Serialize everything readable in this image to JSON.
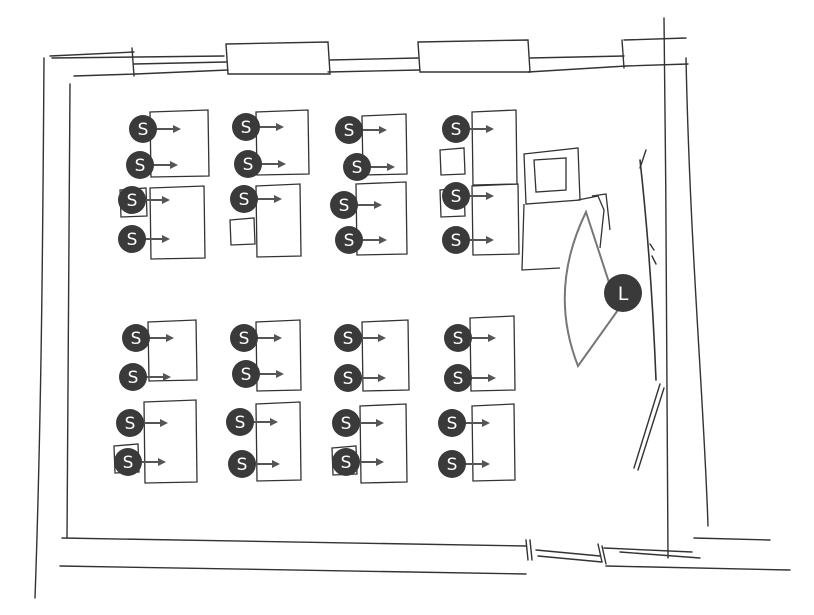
{
  "colors": {
    "ink": "#333333",
    "marker_fill": "#3a3a3a",
    "marker_text": "#ffffff",
    "arrow": "#555555",
    "cone": "#777777"
  },
  "markers": {
    "student_label": "S",
    "lecturer_label": "L"
  },
  "students_per_group": [
    4,
    4,
    4,
    3,
    4,
    4,
    4,
    4
  ],
  "lecturer_count": 1
}
